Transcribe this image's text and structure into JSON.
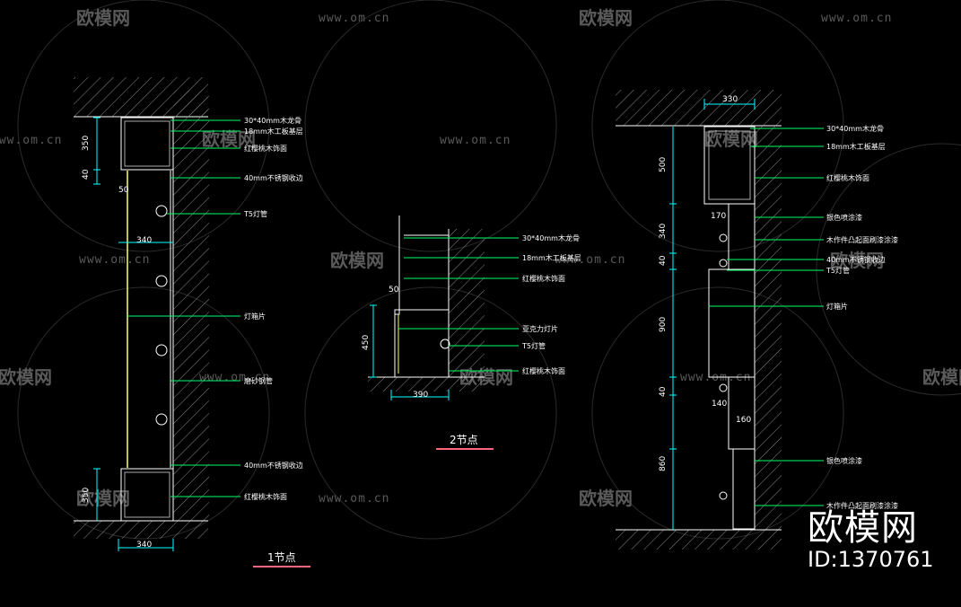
{
  "watermarks": {
    "url": "www.om.cn",
    "brand_cn": "欧模网"
  },
  "detail1": {
    "title": "1节点",
    "dims": [
      "350",
      "40",
      "50",
      "340",
      "350",
      "340"
    ],
    "labels": [
      "30*40mm木龙骨",
      "18mm木工板基层",
      "红樱桃木饰面",
      "40mm不锈钢收边",
      "T5灯管",
      "灯箱片",
      "磨砂钢管",
      "40mm不锈钢收边",
      "红樱桃木饰面"
    ]
  },
  "detail2": {
    "title": "2节点",
    "dims": [
      "50",
      "450",
      "390"
    ],
    "labels": [
      "30*40mm木龙骨",
      "18mm木工板基层",
      "红樱桃木饰面",
      "亚克力灯片",
      "T5灯管",
      "红樱桃木饰面"
    ]
  },
  "detail3": {
    "dims": [
      "330",
      "500",
      "340",
      "170",
      "40",
      "900",
      "40",
      "140",
      "160",
      "860"
    ],
    "labels": [
      "30*40mm木龙骨",
      "18mm木工板基层",
      "红樱桃木饰面",
      "银色喷涂漆",
      "木作件凸起面刷漆涂漆",
      "40mm不锈钢收边",
      "T5灯管",
      "灯箱片",
      "银色喷涂漆",
      "木作件凸起面刷漆涂漆"
    ]
  },
  "brand": {
    "name": "欧模网",
    "id": "ID:1370761"
  },
  "colors": {
    "background": "#000000",
    "lines": "#ffffff",
    "leader": "#00ff66",
    "dimension": "#00ffff",
    "lamp": "#ffff66",
    "title_underline": "#ff6680"
  }
}
